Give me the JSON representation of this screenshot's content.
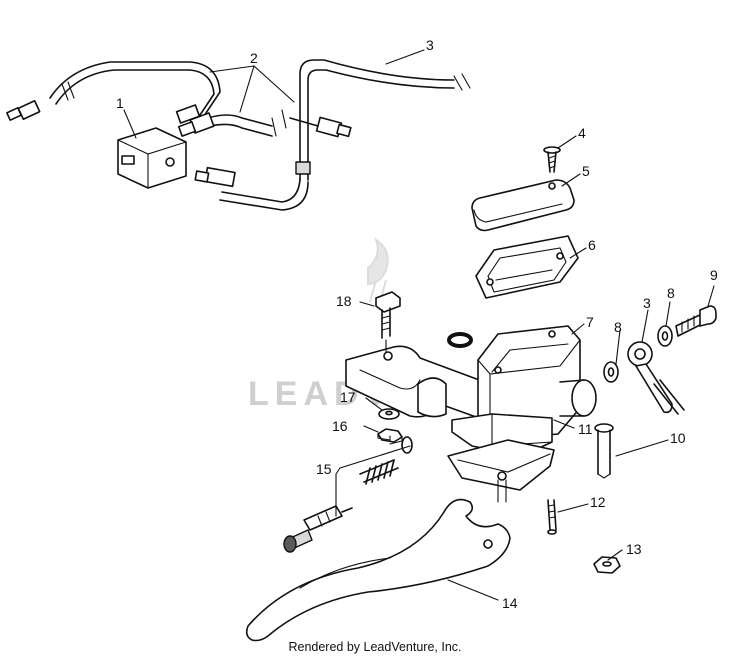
{
  "watermark": "LEADVENTURE",
  "footer": "Rendered by LeadVenture, Inc.",
  "callouts": [
    "1",
    "2",
    "3",
    "3",
    "4",
    "5",
    "6",
    "7",
    "8",
    "8",
    "9",
    "10",
    "11",
    "12",
    "13",
    "14",
    "15",
    "16",
    "17",
    "18"
  ]
}
